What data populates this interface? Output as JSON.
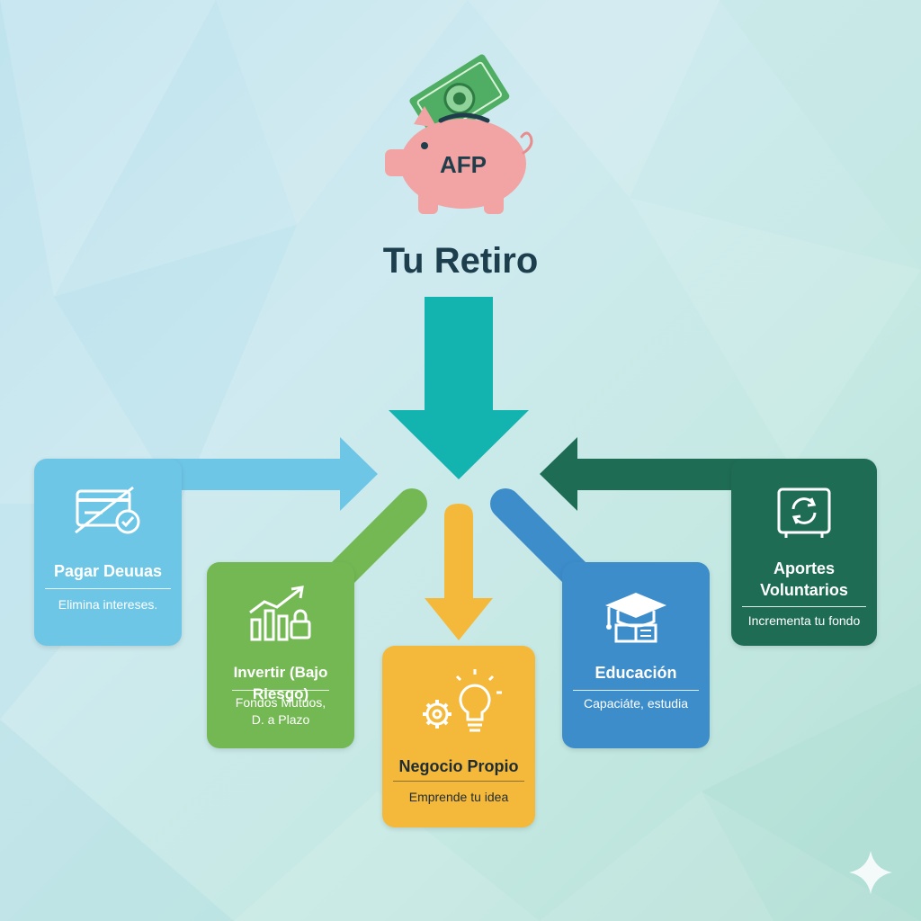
{
  "header": {
    "piggy_label": "AFP",
    "title": "Tu Retiro"
  },
  "options": [
    {
      "title": "Pagar Deuuas",
      "desc": "Elimina intereses.",
      "icon": "credit-card-check-icon",
      "color": "#6ec6e6"
    },
    {
      "title": "Invertir (Bajo Riesgo)",
      "desc_line1": "Fondos Mutuos,",
      "desc_line2": "D. a Plazo",
      "icon": "growth-chart-lock-icon",
      "color": "#74b854"
    },
    {
      "title": "Negocio Propio",
      "desc": "Emprende tu idea",
      "icon": "gear-lightbulb-icon",
      "color": "#f4b93a"
    },
    {
      "title": "Educación",
      "desc": "Capaciáte, estudia",
      "icon": "graduation-cap-book-icon",
      "color": "#3d8dcb"
    },
    {
      "title_line1": "Aportes",
      "title_line2": "Voluntarios",
      "desc": "Incrementa tu fondo",
      "icon": "safe-refresh-icon",
      "color": "#1f6c55"
    }
  ],
  "colors": {
    "main_arrow": "#13b3b0",
    "piggy": "#f2a3a3",
    "title_text": "#1d3f4d"
  }
}
